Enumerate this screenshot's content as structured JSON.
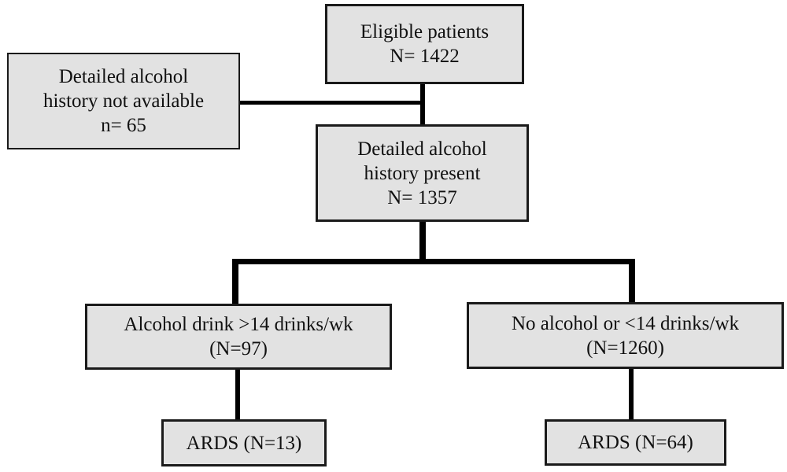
{
  "diagram": {
    "type": "flowchart",
    "description": "Patient eligibility and alcohol-history flow diagram with ARDS outcomes",
    "colors": {
      "background": "#ffffff",
      "box_fill": "#e2e2e2",
      "box_border": "#1a1a1a",
      "line": "#000000"
    },
    "nodes": {
      "eligible": {
        "lines": [
          "Eligible patients",
          "N= 1422"
        ]
      },
      "no_history": {
        "lines": [
          "Detailed alcohol",
          "history not available",
          "n= 65"
        ]
      },
      "history_present": {
        "lines": [
          "Detailed alcohol",
          "history present",
          "N= 1357"
        ]
      },
      "heavy_drinkers": {
        "lines": [
          "Alcohol drink >14 drinks/wk",
          "(N=97)"
        ]
      },
      "light_drinkers": {
        "lines": [
          "No alcohol or <14 drinks/wk",
          "(N=1260)"
        ]
      },
      "ards_heavy": {
        "lines": [
          "ARDS (N=13)"
        ]
      },
      "ards_light": {
        "lines": [
          "ARDS (N=64)"
        ]
      }
    }
  }
}
